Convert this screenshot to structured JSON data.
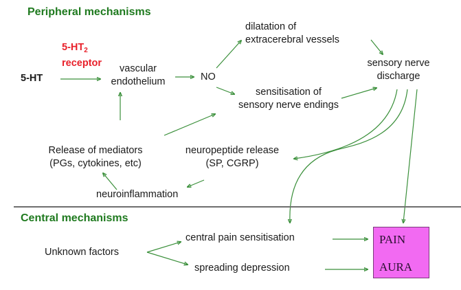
{
  "headings": {
    "peripheral": "Peripheral mechanisms",
    "central": "Central mechanisms"
  },
  "nodes": {
    "serotonin": "5-HT",
    "receptor_line1": "5-HT",
    "receptor_sub": "2",
    "receptor_line2": "receptor",
    "vascular_line1": "vascular",
    "vascular_line2": "endothelium",
    "no": "NO",
    "dilatation_line1": "dilatation of",
    "dilatation_line2": "extracerebral vessels",
    "sensitisation_line1": "sensitisation of",
    "sensitisation_line2": "sensory nerve endings",
    "discharge_line1": "sensory nerve",
    "discharge_line2": "discharge",
    "mediators_line1": "Release of mediators",
    "mediators_line2": "(PGs, cytokines, etc)",
    "neuropeptide_line1": "neuropeptide release",
    "neuropeptide_line2": "(SP, CGRP)",
    "neuroinflammation": "neuroinflammation",
    "unknown": "Unknown factors",
    "central_pain": "central pain sensitisation",
    "spreading": "spreading depression",
    "pain": "PAIN",
    "aura": "AURA"
  },
  "colors": {
    "heading": "#1f7a1f",
    "receptor": "#e8202a",
    "arrow": "#3a8f3a",
    "outcome_box": "#f26af2"
  },
  "edges": [
    {
      "from": "5-HT",
      "to": "vascular endothelium",
      "label": "5-HT2 receptor"
    },
    {
      "from": "vascular endothelium",
      "to": "NO"
    },
    {
      "from": "NO",
      "to": "dilatation of extracerebral vessels"
    },
    {
      "from": "NO",
      "to": "sensitisation of sensory nerve endings"
    },
    {
      "from": "dilatation of extracerebral vessels",
      "to": "sensory nerve discharge"
    },
    {
      "from": "sensitisation of sensory nerve endings",
      "to": "sensory nerve discharge"
    },
    {
      "from": "Release of mediators",
      "to": "vascular endothelium"
    },
    {
      "from": "Release of mediators",
      "to": "sensitisation of sensory nerve endings"
    },
    {
      "from": "sensory nerve discharge",
      "to": "neuropeptide release"
    },
    {
      "from": "neuropeptide release",
      "to": "neuroinflammation"
    },
    {
      "from": "neuroinflammation",
      "to": "Release of mediators"
    },
    {
      "from": "sensory nerve discharge",
      "to": "central pain sensitisation"
    },
    {
      "from": "sensory nerve discharge",
      "to": "PAIN"
    },
    {
      "from": "Unknown factors",
      "to": "central pain sensitisation"
    },
    {
      "from": "Unknown factors",
      "to": "spreading depression"
    },
    {
      "from": "central pain sensitisation",
      "to": "PAIN"
    },
    {
      "from": "spreading depression",
      "to": "AURA"
    }
  ]
}
